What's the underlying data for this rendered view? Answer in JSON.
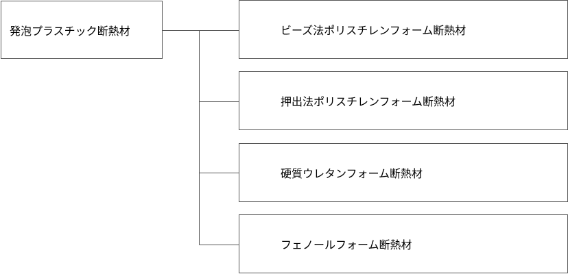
{
  "diagram": {
    "root": {
      "label": "発泡プラスチック断熱材"
    },
    "children": [
      {
        "label": "ビーズ法ポリスチレンフォーム断熱材"
      },
      {
        "label": "押出法ポリスチレンフォーム断熱材"
      },
      {
        "label": "硬質ウレタンフォーム断熱材"
      },
      {
        "label": "フェノールフォーム断熱材"
      }
    ],
    "line_color": "#555555"
  }
}
